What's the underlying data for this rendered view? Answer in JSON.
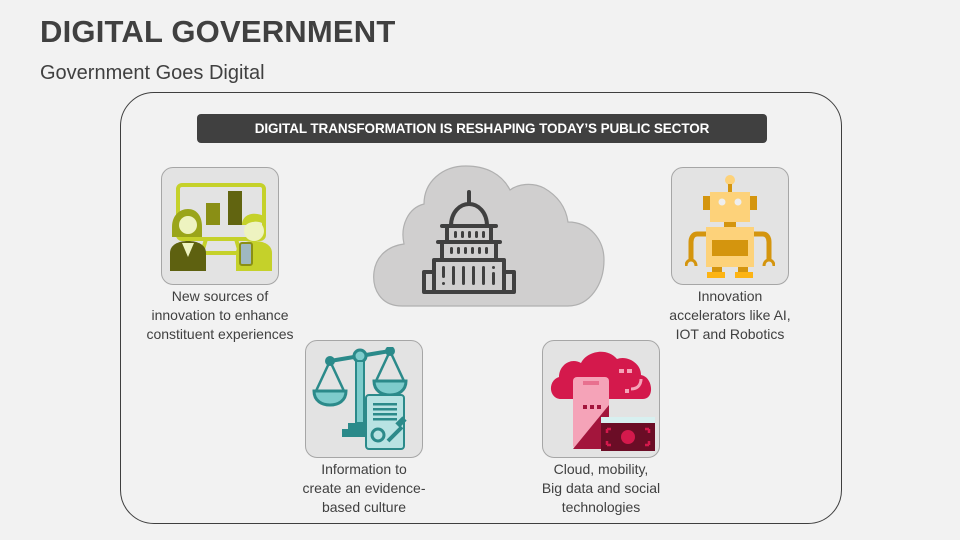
{
  "header": {
    "title": "DIGITAL GOVERNMENT",
    "subtitle": "Government Goes Digital"
  },
  "banner": {
    "text": "DIGITAL TRANSFORMATION IS RESHAPING TODAY’S PUBLIC SECTOR"
  },
  "center": {
    "icon": "capitol-building-in-cloud-icon",
    "cloud_color": "#d0cfcf",
    "building_color": "#404040"
  },
  "items": [
    {
      "icon": "presentation-people-icon",
      "caption_lines": [
        "New sources of",
        "innovation to enhance",
        "constituent experiences"
      ],
      "accent": "#b5c21d"
    },
    {
      "icon": "robot-icon",
      "caption_lines": [
        "Innovation",
        "accelerators like AI,",
        "IOT and Robotics"
      ],
      "accent": "#d4950e"
    },
    {
      "icon": "scales-of-justice-document-icon",
      "caption_lines": [
        "Information to",
        "create an evidence-",
        "based culture"
      ],
      "accent": "#2b8a8a"
    },
    {
      "icon": "cloud-mobile-money-icon",
      "caption_lines": [
        "Cloud, mobility,",
        "Big data and social",
        "technologies"
      ],
      "accent": "#d4194c"
    }
  ]
}
